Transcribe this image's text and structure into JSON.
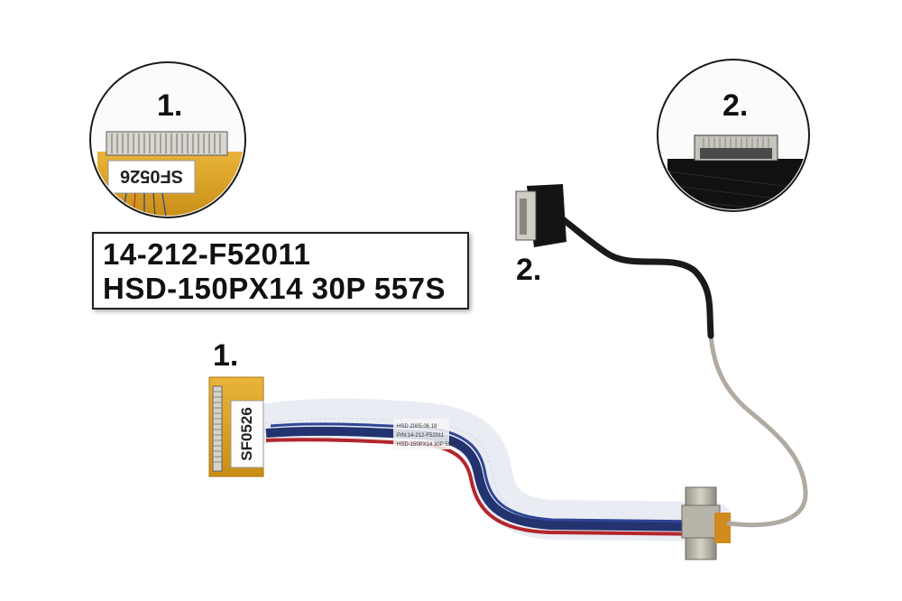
{
  "part_label": {
    "line1": "14-212-F52011",
    "line2": "HSD-150PX14 30P 557S"
  },
  "callouts": {
    "one": "1.",
    "two": "2."
  },
  "connector1_sticker": "SF0526",
  "cable_label": {
    "line1": "HSD 2005.06.18",
    "line2": "P/N:14-212-F52011",
    "line3": "HSD-150PX14 30P 557S"
  }
}
